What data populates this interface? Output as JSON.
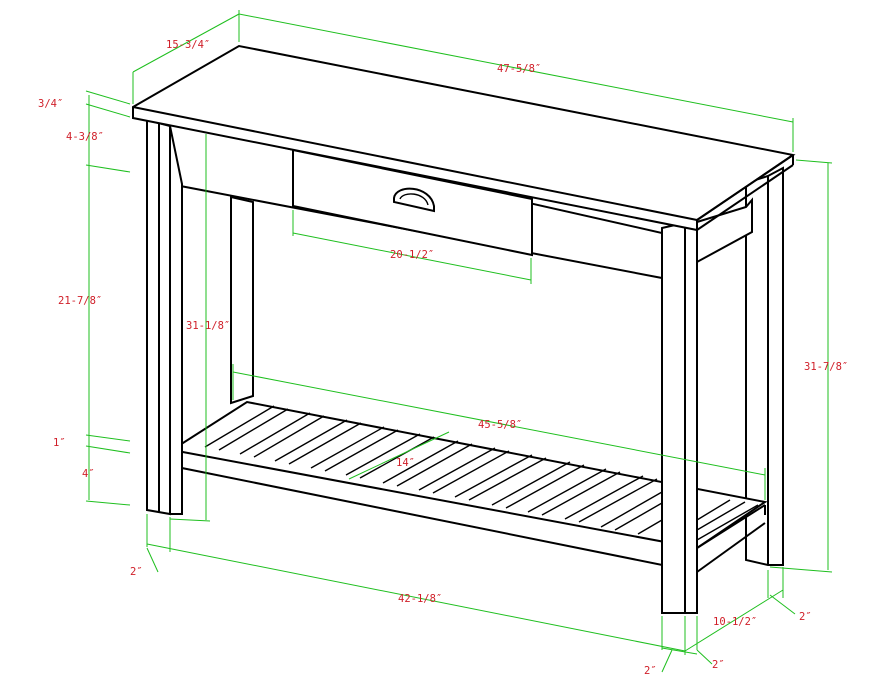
{
  "colors": {
    "object_lines": "#000000",
    "dimension_lines": "#1fbf1f",
    "dimension_text": "#d0202a",
    "background": "#ffffff"
  },
  "dimensions": {
    "depth_top": "15-3/4″",
    "width_top": "47-5/8″",
    "top_thickness": "3/4″",
    "apron_height": "4-3/8″",
    "clearance_under_apron": "21-7/8″",
    "shelf_thickness": "1″",
    "shelf_height_from_floor": "4″",
    "inner_height": "31-1/8″",
    "overall_height": "31-7/8″",
    "drawer_width": "20-1/2″",
    "shelf_length": "45-5/8″",
    "shelf_depth": "14″",
    "leg_front_left": "2″",
    "overall_leg_span": "42-1/8″",
    "leg_front_right_a": "2″",
    "leg_front_right_b": "2″",
    "leg_depth_span": "10-1/2″",
    "leg_back_right": "2″"
  }
}
